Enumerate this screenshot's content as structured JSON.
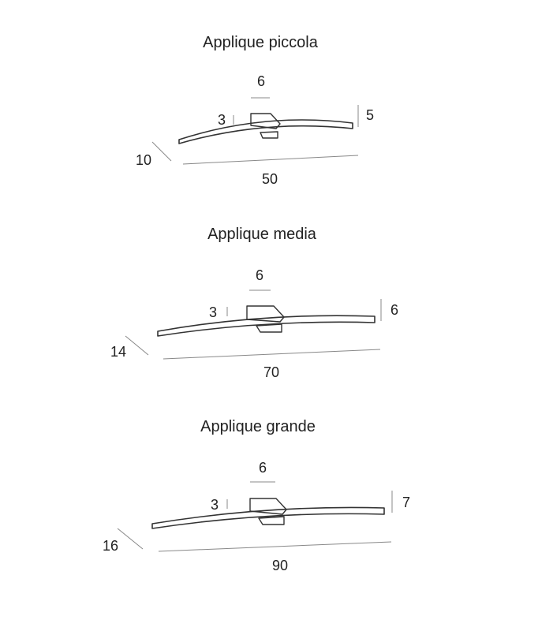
{
  "variants": [
    {
      "title": "Applique piccola",
      "dims": {
        "width": "50",
        "depth": "10",
        "height": "5",
        "mount_width": "6",
        "mount_height": "3"
      }
    },
    {
      "title": "Applique media",
      "dims": {
        "width": "70",
        "depth": "14",
        "height": "6",
        "mount_width": "6",
        "mount_height": "3"
      }
    },
    {
      "title": "Applique grande",
      "dims": {
        "width": "90",
        "depth": "16",
        "height": "7",
        "mount_width": "6",
        "mount_height": "3"
      }
    }
  ]
}
